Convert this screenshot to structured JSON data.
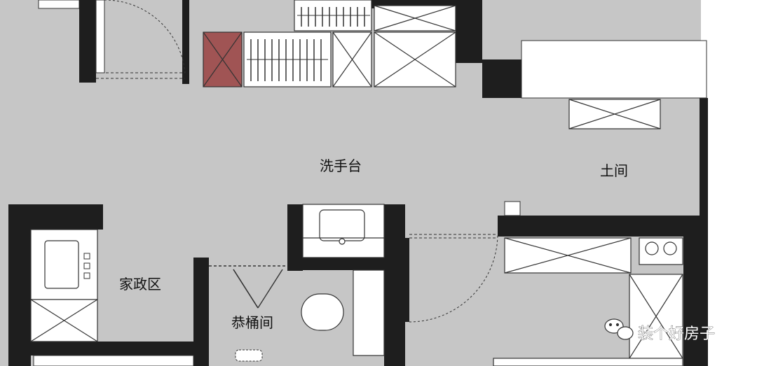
{
  "rooms": {
    "washbasin_area": "洗手台",
    "mudroom": "土间",
    "housekeeping_area": "家政区",
    "toilet_room": "恭桶间"
  },
  "watermark": {
    "text": "装个好房子",
    "icon": "wechat-icon"
  },
  "colors": {
    "wall": "#1e1e1e",
    "floor": "#c6c6c6",
    "background": "#ffffff",
    "fixture_line": "#333333",
    "highlight_cabinet": "#a05454"
  }
}
